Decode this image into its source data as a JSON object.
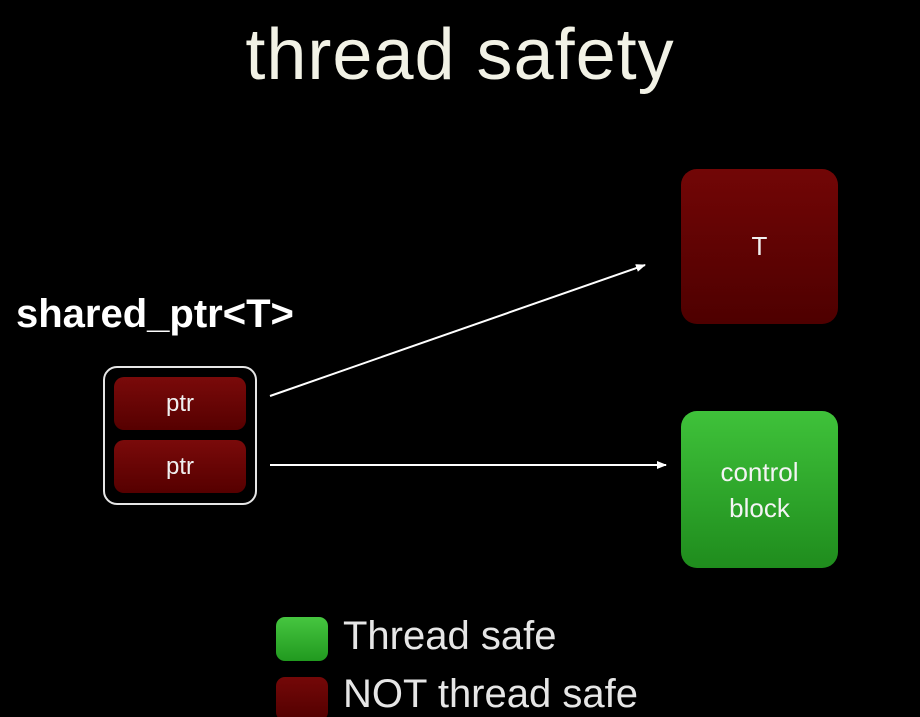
{
  "title": "thread safety",
  "type_label": "shared_ptr<T>",
  "pointers": [
    "ptr",
    "ptr"
  ],
  "target_label": "T",
  "control_block_label": "control\nblock",
  "legend": {
    "safe": "Thread safe",
    "unsafe": "NOT thread safe"
  },
  "colors": {
    "not_thread_safe": "#6a0404",
    "thread_safe": "#34b52f",
    "background": "#000000"
  }
}
